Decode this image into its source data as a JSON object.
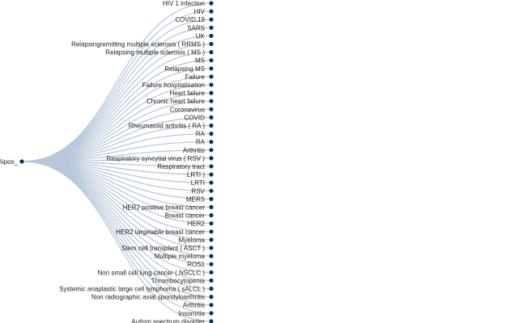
{
  "root": {
    "label": "Aipos_"
  },
  "leaves": [
    "HIV 1 infection",
    "HIV",
    "COVID,19",
    "SARS",
    "UK",
    "Relapsingremitting multiple sclerosis ( RRMS )",
    "Relapsing multiple sclerosis ( MS )",
    "MS",
    "Relapsing MS",
    "Failure",
    "Failure hospitalisation",
    "Heart failure",
    "Chronic heart failure",
    "Coronavirus",
    "COVID",
    "Rheumatoid arthritis ( RA )",
    "RA",
    "RA",
    "Arthritis",
    "Respiratory syncytial virus ( RSV )",
    "Respiratory tract",
    "LRTI )",
    "LRTI",
    "RSV",
    "MERS",
    "HER2 positive breast cancer",
    "Breast cancer",
    "HER2",
    "HER2 targetable breast cancer",
    "Myeloma",
    "Stem cell transplant ( ASCT )",
    "Multiple myeloma",
    "ROS1",
    "Non small cell lung cancer ( NSCLC )",
    "Thrombocytopenia",
    "Systemic anaplastic large cell lymphoma ( sALCL )",
    "Non radiographic axial spondyloarthritis",
    "Arthritis",
    "Insomnia",
    "Autism spectrum disorder"
  ],
  "colors": {
    "link": "#b8c8da",
    "node": "#12304f",
    "text": "#222222"
  }
}
